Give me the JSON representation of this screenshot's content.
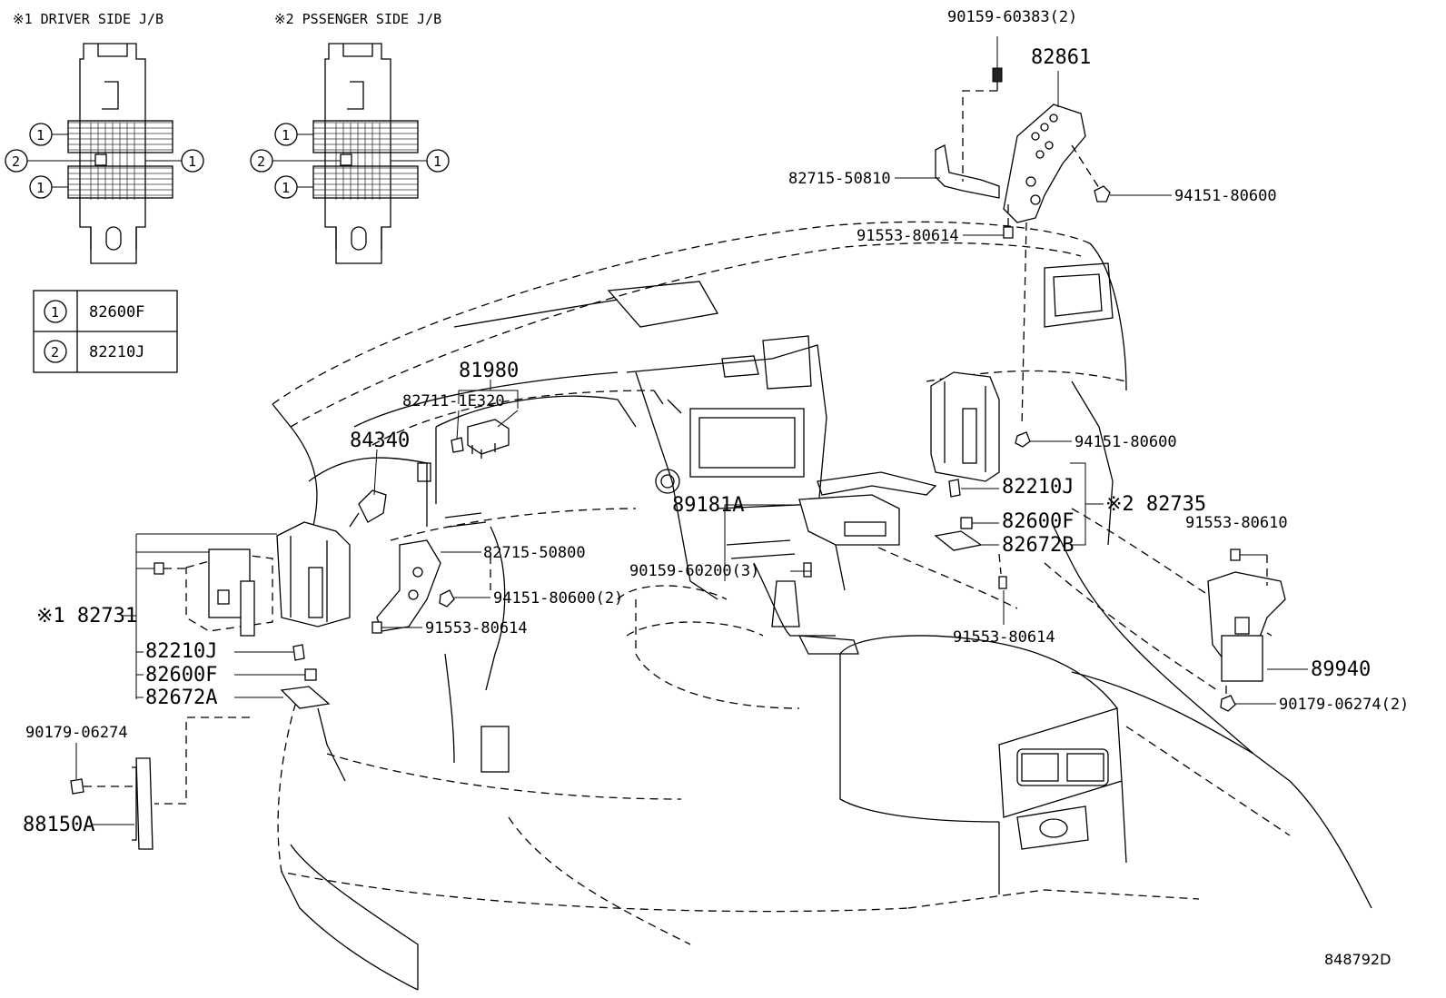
{
  "legend_headers": {
    "driver_jb": "※1 DRIVER SIDE J/B",
    "passenger_jb": "※2 PSSENGER SIDE J/B"
  },
  "legend_table": [
    {
      "marker": "1",
      "part": "82600F"
    },
    {
      "marker": "2",
      "part": "82210J"
    }
  ],
  "callout_markers": {
    "one": "1",
    "two": "2"
  },
  "labels": {
    "p90159_60383": "90159-60383(2)",
    "p82861": "82861",
    "p82715_50810": "82715-50810",
    "p94151_80600_top": "94151-80600",
    "p91553_80614_top": "91553-80614",
    "p81980": "81980",
    "p82711_1e320": "82711-1E320",
    "p84340": "84340",
    "p89181a": "89181A",
    "p94151_80600_mid": "94151-80600",
    "p82210j_right": "82210J",
    "p82735": "※2 82735",
    "p82600f_right": "82600F",
    "p82672b": "82672B",
    "p91553_80610": "91553-80610",
    "p82715_50800": "82715-50800",
    "p90159_60200": "90159-60200(3)",
    "p94151_80600_2": "94151-80600(2)",
    "p82731": "※1 82731",
    "p91553_80614_left": "91553-80614",
    "p91553_80614_right": "91553-80614",
    "p82210j_left": "82210J",
    "p82600f_left": "82600F",
    "p82672a": "82672A",
    "p89940": "89940",
    "p90179_06274_2": "90179-06274(2)",
    "p90179_06274": "90179-06274",
    "p88150a": "88150A"
  },
  "figure_id": "848792D"
}
